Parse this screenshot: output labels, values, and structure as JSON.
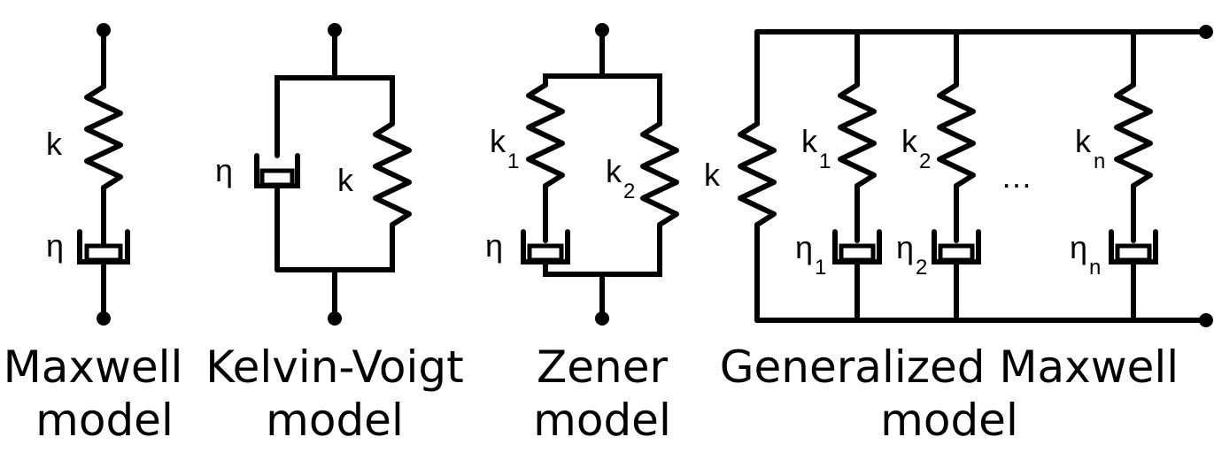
{
  "maxwell": {
    "k": "k",
    "eta": "η",
    "caption_line1": "Maxwell",
    "caption_line2": "model"
  },
  "kelvin_voigt": {
    "eta": "η",
    "k": "k",
    "caption_line1": "Kelvin-Voigt",
    "caption_line2": "model"
  },
  "zener": {
    "k1": "k",
    "k1_sub": "1",
    "k2": "k",
    "k2_sub": "2",
    "eta": "η",
    "caption_line1": "Zener",
    "caption_line2": "model"
  },
  "generalized_maxwell": {
    "k": "k",
    "k1": "k",
    "k1_sub": "1",
    "k2": "k",
    "k2_sub": "2",
    "kn": "k",
    "kn_sub": "n",
    "eta1": "η",
    "eta1_sub": "1",
    "eta2": "η",
    "eta2_sub": "2",
    "etan": "η",
    "etan_sub": "n",
    "ellipsis": "…",
    "caption_line1": "Generalized Maxwell",
    "caption_line2": "model"
  }
}
